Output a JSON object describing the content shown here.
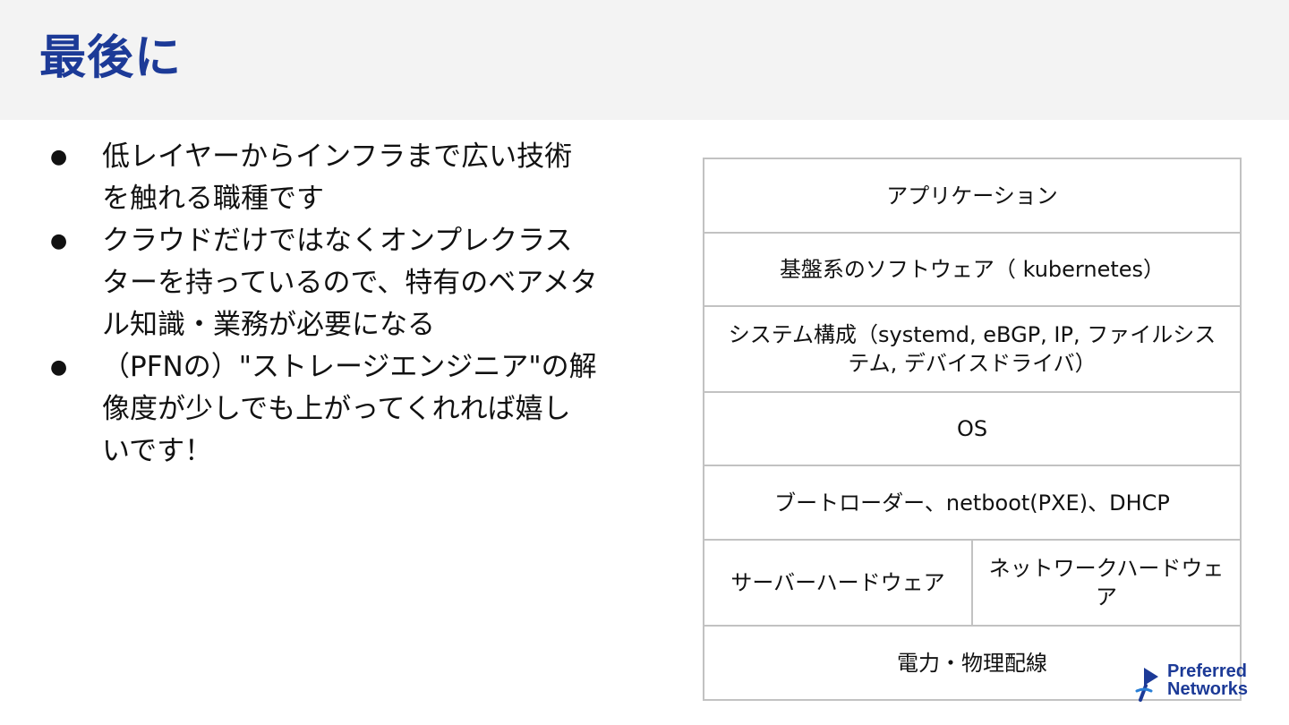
{
  "slide": {
    "title": "最後に",
    "bullets": [
      {
        "lines": [
          "低レイヤーからインフラまで広い技術",
          "を触れる職種です"
        ]
      },
      {
        "lines": [
          "クラウドだけではなくオンプレクラス",
          "ターを持っているので、特有のベアメタ",
          "ル知識・業務が必要になる"
        ]
      },
      {
        "lines": [
          "（PFNの）\"ストレージエンジニア\"の解",
          "像度が少しでも上がってくれれば嬉し",
          "いです！"
        ]
      }
    ],
    "bullet_glyph": "●"
  },
  "stack": {
    "application": "アプリケーション",
    "base_software": "基盤系のソフトウェア（ kubernetes）",
    "system_config_line1": "システム構成（systemd, eBGP, IP, ファイルシス",
    "system_config_line2": "テム, デバイスドライバ）",
    "os": "OS",
    "boot": "ブートローダー、netboot(PXE)、DHCP",
    "server_hw": "サーバーハードウェア",
    "network_hw_line1": "ネットワークハードウェ",
    "network_hw_line2": "ア",
    "power": "電力・物理配線"
  },
  "logo": {
    "line1": "Preferred",
    "line2": "Networks",
    "icon": "pfn-logo-icon"
  },
  "colors": {
    "title": "#1c3a97",
    "header_bg": "#f3f3f3",
    "border": "#c2c2c2",
    "logo": "#1c3a97"
  }
}
